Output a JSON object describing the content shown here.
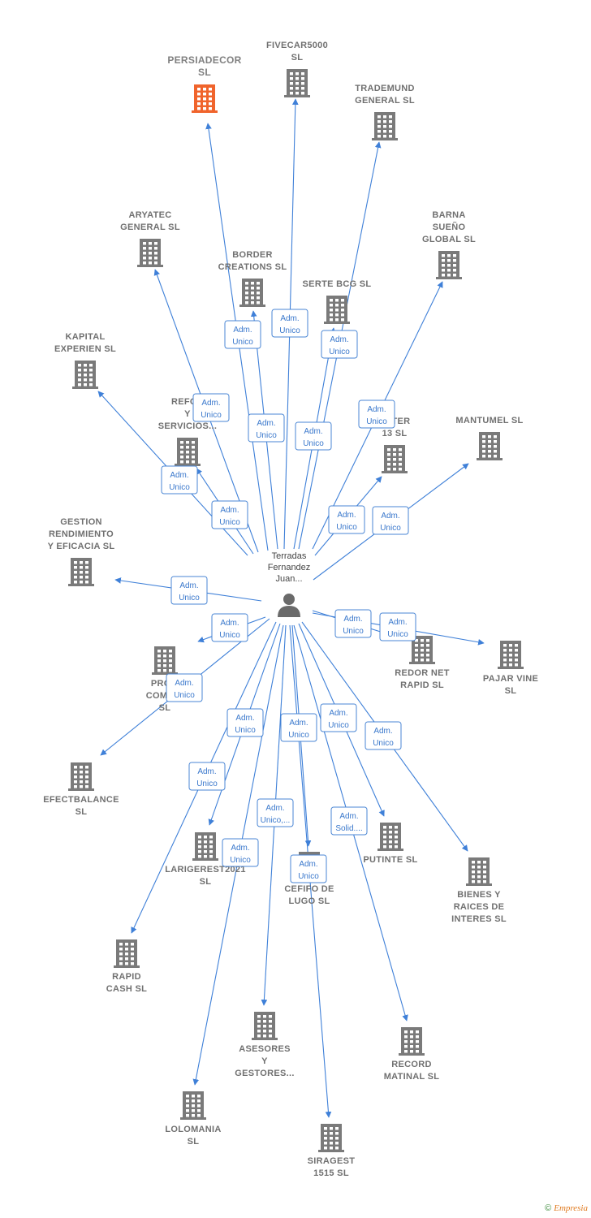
{
  "colors": {
    "edge": "#3f80d8",
    "building": "#7a7a7a",
    "building_highlight": "#f0642c",
    "label": "#707070",
    "person": "#6a6a6a"
  },
  "center": {
    "id": "person",
    "icon": "person-icon",
    "label_lines": [
      "Terradas",
      "Fernandez",
      "Juan..."
    ]
  },
  "companies": [
    {
      "id": "persiadecor",
      "lines": [
        "PERSIADECOR",
        "SL"
      ],
      "highlight": true
    },
    {
      "id": "fivecar5000",
      "lines": [
        "FIVECAR5000",
        "SL"
      ]
    },
    {
      "id": "trademund",
      "lines": [
        "TRADEMUND",
        "GENERAL  SL"
      ]
    },
    {
      "id": "aryatec",
      "lines": [
        "ARYATEC",
        "GENERAL  SL"
      ]
    },
    {
      "id": "border",
      "lines": [
        "BORDER",
        "CREATIONS  SL"
      ]
    },
    {
      "id": "serte",
      "lines": [
        "SERTE BCG  SL"
      ]
    },
    {
      "id": "barna",
      "lines": [
        "BARNA",
        "SUEÑO",
        "GLOBAL  SL"
      ]
    },
    {
      "id": "kapital",
      "lines": [
        "KAPITAL",
        "EXPERIEN  SL"
      ]
    },
    {
      "id": "reformas",
      "lines": [
        "REFOR",
        "Y",
        "SERVICIOS..."
      ]
    },
    {
      "id": "aster",
      "lines": [
        "ASTER",
        "13  SL"
      ]
    },
    {
      "id": "mantumel",
      "lines": [
        "MANTUMEL  SL"
      ]
    },
    {
      "id": "gestion",
      "lines": [
        "GESTION",
        "RENDIMIENTO",
        "Y EFICACIA  SL"
      ]
    },
    {
      "id": "promo",
      "lines": [
        "PROM",
        "COMBIN",
        "SL"
      ]
    },
    {
      "id": "redor",
      "lines": [
        "REDOR NET",
        "RAPID  SL"
      ]
    },
    {
      "id": "pajar",
      "lines": [
        "PAJAR VINE",
        "SL"
      ]
    },
    {
      "id": "efectbalance",
      "lines": [
        "EFECTBALANCE",
        "SL"
      ]
    },
    {
      "id": "larigerest",
      "lines": [
        "LARIGEREST2021",
        "SL"
      ]
    },
    {
      "id": "cefifo",
      "lines": [
        "CEFIFO DE",
        "LUGO  SL"
      ]
    },
    {
      "id": "putinte",
      "lines": [
        "PUTINTE  SL"
      ]
    },
    {
      "id": "bienes",
      "lines": [
        "BIENES Y",
        "RAICES DE",
        "INTERES  SL"
      ]
    },
    {
      "id": "rapid",
      "lines": [
        "RAPID",
        "CASH SL"
      ]
    },
    {
      "id": "asesores",
      "lines": [
        "ASESORES",
        "Y",
        "GESTORES..."
      ]
    },
    {
      "id": "record",
      "lines": [
        "RECORD",
        "MATINAL  SL"
      ]
    },
    {
      "id": "lolomania",
      "lines": [
        "LOLOMANIA",
        "SL"
      ]
    },
    {
      "id": "siragest",
      "lines": [
        "SIRAGEST",
        "1515  SL"
      ]
    }
  ],
  "edges": [
    {
      "to": "persiadecor",
      "label": [
        "Adm.",
        "Unico"
      ]
    },
    {
      "to": "fivecar5000",
      "label": [
        "Adm.",
        "Unico"
      ]
    },
    {
      "to": "trademund",
      "label": [
        "Adm.",
        "Unico"
      ]
    },
    {
      "to": "aryatec",
      "label": [
        "Adm.",
        "Unico"
      ]
    },
    {
      "to": "border",
      "label": [
        "Adm.",
        "Unico"
      ]
    },
    {
      "to": "serte",
      "label": [
        "Adm.",
        "Unico"
      ]
    },
    {
      "to": "barna",
      "label": [
        "Adm.",
        "Unico"
      ]
    },
    {
      "to": "kapital",
      "label": [
        "Adm.",
        "Unico"
      ]
    },
    {
      "to": "reformas",
      "label": [
        "Adm.",
        "Unico"
      ]
    },
    {
      "to": "aster",
      "label": [
        "Adm.",
        "Unico"
      ]
    },
    {
      "to": "mantumel",
      "label": [
        "Adm.",
        "Unico"
      ]
    },
    {
      "to": "gestion",
      "label": [
        "Adm.",
        "Unico"
      ]
    },
    {
      "to": "promo",
      "label": [
        "Adm.",
        "Unico"
      ]
    },
    {
      "to": "redor",
      "label": [
        "Adm.",
        "Unico"
      ]
    },
    {
      "to": "pajar",
      "label": [
        "Adm.",
        "Unico"
      ]
    },
    {
      "to": "efectbalance",
      "label": [
        "Adm.",
        "Unico"
      ]
    },
    {
      "to": "larigerest",
      "label": [
        "Adm.",
        "Unico"
      ]
    },
    {
      "to": "cefifo",
      "label": [
        "Adm.",
        "Unico"
      ]
    },
    {
      "to": "putinte",
      "label": [
        "Adm.",
        "Unico"
      ]
    },
    {
      "to": "bienes",
      "label": [
        "Adm.",
        "Unico"
      ]
    },
    {
      "to": "rapid",
      "label": [
        "Adm.",
        "Unico"
      ]
    },
    {
      "to": "asesores",
      "label": [
        "Adm.",
        "Unico,..."
      ]
    },
    {
      "to": "record",
      "label": [
        "Adm.",
        "Solid...."
      ]
    },
    {
      "to": "lolomania",
      "label": [
        "Adm.",
        "Unico"
      ]
    },
    {
      "to": "siragest",
      "label": [
        "Adm.",
        "Unico"
      ]
    }
  ],
  "footer": {
    "copyright": "©",
    "brand": "Empresia"
  }
}
